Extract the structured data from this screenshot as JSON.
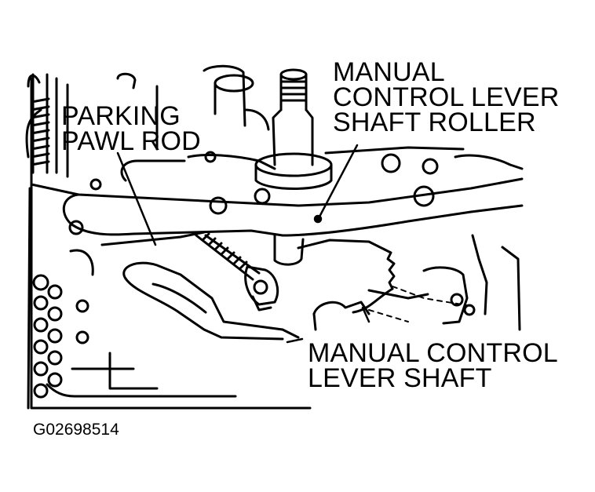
{
  "labels": {
    "parking_pawl_rod": [
      "PARKING",
      "PAWL ROD"
    ],
    "manual_control_lever_shaft_roller": [
      "MANUAL",
      "CONTROL LEVER",
      "SHAFT ROLLER"
    ],
    "manual_control_lever_shaft": [
      "MANUAL CONTROL",
      "LEVER SHAFT"
    ]
  },
  "figure_id": "G02698514"
}
